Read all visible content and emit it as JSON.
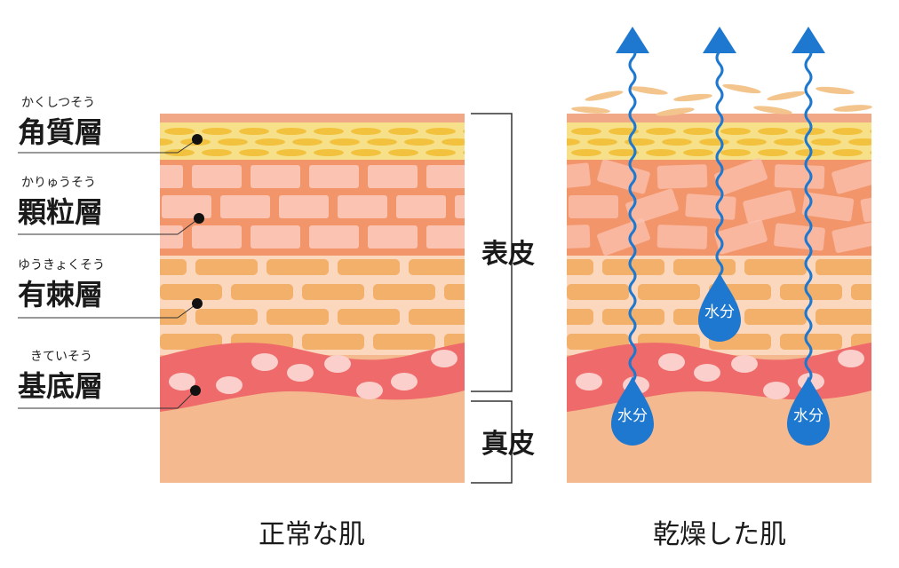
{
  "labels": {
    "stratum_corneum": {
      "ruby": "かくしつそう",
      "text": "角質層"
    },
    "stratum_granulosum": {
      "ruby": "かりゅうそう",
      "text": "顆粒層"
    },
    "stratum_spinosum": {
      "ruby": "ゆうきょくそう",
      "text": "有棘層"
    },
    "stratum_basale": {
      "ruby": "きていそう",
      "text": "基底層"
    }
  },
  "brackets": {
    "epidermis": "表皮",
    "dermis": "真皮"
  },
  "captions": {
    "normal": "正常な肌",
    "dry": "乾燥した肌"
  },
  "water_label": "水分",
  "colors": {
    "corneum": "#f7e08a",
    "corneum_cell": "#f2c23e",
    "granular_bg": "#f2956a",
    "granular_brick": "#fbc3b2",
    "spinous_bg": "#fbd7bd",
    "spinous_brick": "#f2b06a",
    "basal": "#ef6a6a",
    "basal_cell": "#fbd0cc",
    "dermis": "#f5b98f",
    "water": "#1e78cf",
    "top_strip": "#f0a887"
  }
}
